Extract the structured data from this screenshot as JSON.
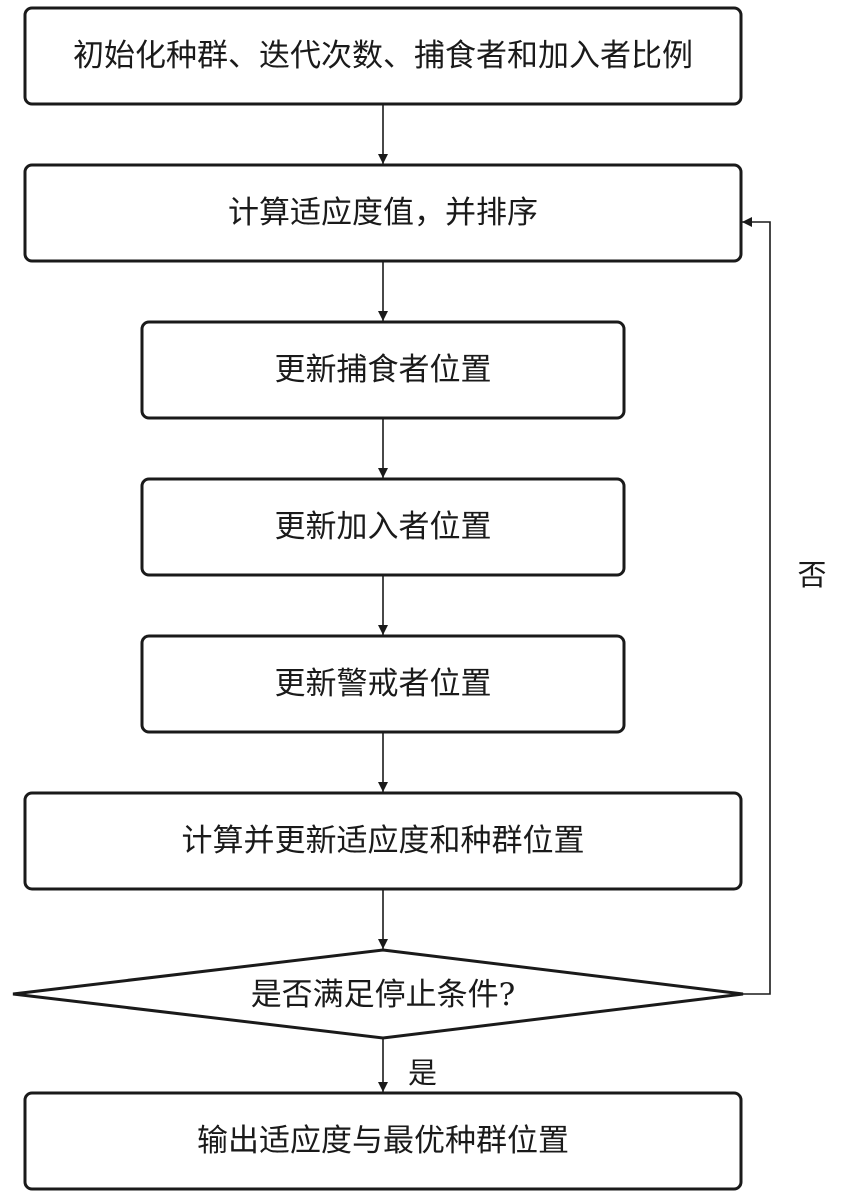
{
  "nodes": {
    "init": "初始化种群、迭代次数、捕食者和加入者比例",
    "fitness_sort": "计算适应度值，并排序",
    "update_producer": "更新捕食者位置",
    "update_joiner": "更新加入者位置",
    "update_sentinel": "更新警戒者位置",
    "update_fitness_position": "计算并更新适应度和种群位置",
    "decision": "是否满足停止条件?",
    "output": "输出适应度与最优种群位置"
  },
  "edges": {
    "no_label": "否",
    "yes_label": "是"
  }
}
